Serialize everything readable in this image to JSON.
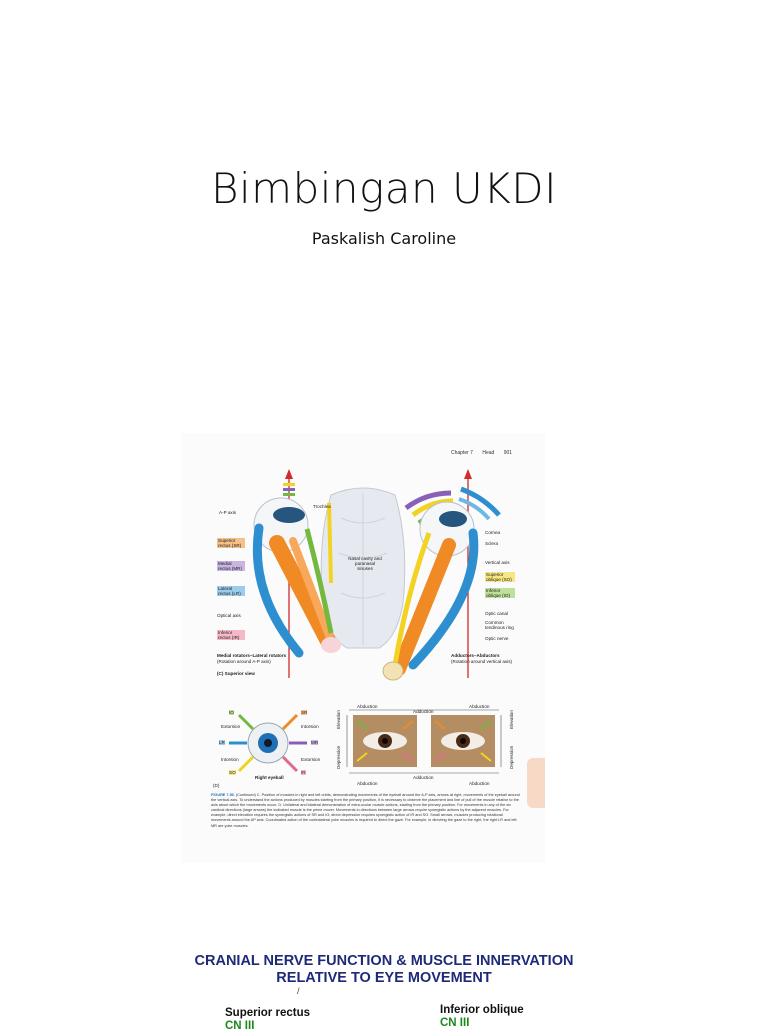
{
  "slide": {
    "title": "Bimbingan UKDI",
    "author": "Paskalish Caroline"
  },
  "figure": {
    "header": {
      "chapter": "Chapter 7",
      "section": "Head",
      "page": "901"
    },
    "superior_view_labels": {
      "ap_axis": "A-P axis",
      "superior_rectus": "Superior rectus (SR)",
      "medial_rectus": "Medial rectus (MR)",
      "lateral_rectus": "Lateral rectus (LR)",
      "optical_axis": "Optical axis",
      "inferior_rectus": "Inferior rectus (IR)",
      "trochlea": "Trochlea",
      "nasal_cavity": "Nasal cavity and paranasal sinuses",
      "cornea": "Cornea",
      "sclera": "Sclera",
      "vertical_axis": "Vertical axis",
      "superior_oblique": "Superior oblique (SO)",
      "inferior_oblique": "Inferior oblique (IO)",
      "optic_canal": "Optic canal",
      "common_tendinous_ring": "Common tendinous ring",
      "optic_nerve": "Optic nerve",
      "medial_rotators": "Medial rotators–Lateral rotators",
      "rotation_ap": "(Rotation around A-P axis)",
      "abductors": "Adductors–Abductors",
      "rotation_vertical": "(Rotation around vertical axis)",
      "panel_c": "(C) Superior view"
    },
    "diagram_labels": {
      "extorsion": "Extorsion",
      "intorsion": "Intorsion",
      "intorsion_right": "Intorsion",
      "extorsion_right": "Extorsion",
      "right_eyeball": "Right eyeball",
      "panel_d": "(D)",
      "io": "IO",
      "sr": "SR",
      "lr": "LR",
      "mr": "MR",
      "so": "SO",
      "ir": "IR"
    },
    "photo_labels": {
      "abduction_left": "Abduction",
      "adduction_top": "Adduction",
      "abduction_right": "Abduction",
      "abduction_bottom_left": "Abduction",
      "adduction_bottom": "Adduction",
      "abduction_bottom_right": "Abduction",
      "elevation_left": "Elevation",
      "depression_left": "Depression",
      "elevation_right": "Elevation",
      "depression_right": "Depression"
    },
    "caption_title": "FIGURE 7.56.",
    "caption": "(Continued) C. Position of muscles in right and left orbits, demonstrating movements of the eyeball around the A-P axis, arrows at right, movements of the eyeball around the vertical axis. To understand the actions produced by muscles starting from the primary position, it is necessary to observe the placement and line of pull of the muscle relative to the axis about which the movements occur. D. Unilateral and bilateral demonstration of extra-ocular muscle actions, starting from the primary position. For movements in any of the six cardinal directions (large arrows) the indicated muscle is the prime mover. Movements in directions between large arrows require synergistic actions by the adjacent muscles. For example, direct elevation requires the synergistic actions of SR and IO; direct depression requires synergistic action of IR and SO. Small arrows, muscles producing rotational movements around the AP axis. Coordinated action of the contralateral yoke muscles is required to direct the gaze. For example, in directing the gaze to the right, the right LR and left MR are yoke muscles.",
    "colors": {
      "orange_muscle": "#f08a24",
      "blue_muscle": "#2e8fd0",
      "red_axis": "#d42a2a",
      "purple": "#8a5fb8",
      "green": "#74b840",
      "yellow": "#f2d324"
    }
  },
  "cranial_nerve": {
    "title_line1": "CRANIAL NERVE FUNCTION & MUSCLE INNERVATION",
    "title_line2": "RELATIVE TO EYE MOVEMENT",
    "left_label": "Superior rectus",
    "left_nerve": "CN III",
    "right_label": "Inferior oblique",
    "right_nerve": "CN III"
  }
}
